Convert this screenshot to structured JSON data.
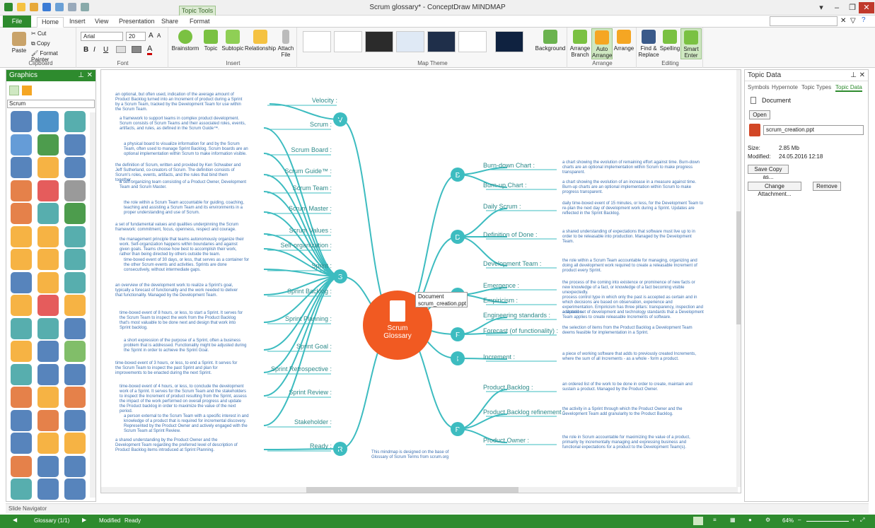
{
  "window": {
    "title": "Scrum glossary* - ConceptDraw MINDMAP",
    "context_tab": "Topic Tools"
  },
  "menu": {
    "file": "File",
    "tabs": [
      "Home",
      "Insert",
      "View",
      "Presentation",
      "Share",
      "Format"
    ]
  },
  "ribbon": {
    "clipboard": {
      "paste": "Paste",
      "cut": "Cut",
      "copy": "Copy",
      "format_painter": "Format Painter",
      "label": "Clipboard"
    },
    "font": {
      "name": "Arial",
      "size": "20",
      "label": "Font",
      "bold": "B",
      "italic": "I",
      "underline": "U"
    },
    "insert": {
      "brainstorm": "Brainstorm",
      "topic": "Topic",
      "subtopic": "Subtopic",
      "relationship": "Relationship",
      "attach_file": "Attach File",
      "label": "Insert"
    },
    "map_theme": {
      "background": "Background",
      "label": "Map Theme"
    },
    "arrange": {
      "arrange_branch": "Arrange Branch",
      "auto_arrange": "Auto Arrange",
      "arrange": "Arrange",
      "label": "Arrange"
    },
    "editing": {
      "find_replace": "Find & Replace",
      "spelling": "Spelling",
      "smart_enter": "Smart Enter",
      "label": "Editing"
    }
  },
  "graphics_panel": {
    "title": "Graphics",
    "library": "Scrum"
  },
  "map": {
    "central": {
      "line1": "Scrum",
      "line2": "Glossary",
      "tooltip_title": "Document",
      "tooltip_file": "scrum_creation.ppt"
    },
    "hubs": [
      "V",
      "S",
      "R",
      "B",
      "D",
      "E",
      "F",
      "I",
      "P"
    ],
    "left_topics": [
      "Velocity :",
      "Scrum :",
      "Scrum Board :",
      "Scrum Guide™ :",
      "Scrum Team :",
      "Scrum Master :",
      "Scrum Values :",
      "Self-organization :",
      "Sprint :",
      "Sprint Backlog :",
      "Sprint Planning :",
      "Sprint Goal :",
      "Sprint Retrospective :",
      "Sprint Review :",
      "Stakeholder :",
      "Ready :"
    ],
    "right_topics": [
      "Burn-down Chart :",
      "Burn-up Chart :",
      "Daily Scrum :",
      "Definition of Done :",
      "Development Team :",
      "Emergence :",
      "Empiricism :",
      "Engineering standards :",
      "Forecast (of functionality) :",
      "Increment :",
      "Product Backlog :",
      "Product Backlog refinement :",
      "Product Owner :"
    ],
    "left_descs": [
      "an optional, but often used, indication of the average amount of Product Backlog turned into an Increment of product during a Sprint by a Scrum Team, tracked by the Development Team for use within the Scrum Team.",
      "a framework to support teams in complex product development. Scrum consists of Scrum Teams and their associated roles, events, artifacts, and rules, as defined in the Scrum Guide™.",
      "a physical board to visualize information for and by the Scrum Team, often used to manage Sprint Backlog. Scrum boards are an optional implementation within Scrum to make information visible.",
      "the definition of Scrum, written and provided by Ken Schwaber and Jeff Sutherland, co-creators of Scrum. The definition consists of Scrum's roles, events, artifacts, and the rules that bind them together.",
      "a self-organizing team consisting of a Product Owner, Development Team and Scrum Master.",
      "the role within a Scrum Team accountable for guiding, coaching, teaching and assisting a Scrum Team and its environments in a proper understanding and use of Scrum.",
      "a set of fundamental values and qualities underpinning the Scrum framework: commitment, focus, openness, respect and courage.",
      "the management principle that teams autonomously organize their work. Self-organization happens within boundaries and against given goals. Teams choose how best to accomplish their work, rather than being directed by others outside the team.",
      "time-boxed event of 30 days, or less, that serves as a container for the other Scrum events and activities. Sprints are done consecutively, without intermediate gaps.",
      "an overview of the development work to realize a Sprint's goal, typically a forecast of functionality and the work needed to deliver that functionality. Managed by the Development Team.",
      "time-boxed event of 8 hours, or less, to start a Sprint. It serves for the Scrum Team to inspect the work from the Product Backlog that's most valuable to be done next and design that work into Sprint backlog.",
      "a short expression of the purpose of a Sprint, often a business problem that is addressed. Functionality might be adjusted during the Sprint in order to achieve the Sprint Goal.",
      "time-boxed event of 3 hours, or less, to end a Sprint. It serves for the Scrum Team to inspect the past Sprint and plan for improvements to be enacted during the next Sprint.",
      "time-boxed event of 4 hours, or less, to conclude the development work of a Sprint. It serves for the Scrum Team and the stakeholders to inspect the Increment of product resulting from the Sprint, assess the impact of the work performed on overall progress and update the Product backlog in order to maximize the value of the next period.",
      "a person external to the Scrum Team with a specific interest in and knowledge of a product that is required for incremental discovery. Represented by the Product Owner and actively engaged with the Scrum Team at Sprint Review.",
      "a shared understanding by the Product Owner and the Development Team regarding the preferred level of description of Product Backlog items introduced at Sprint Planning."
    ],
    "right_descs": [
      "a chart showing the evolution of remaining effort against time. Burn-down charts are an optional implementation within Scrum to make progress transparent.",
      "a chart showing the evolution of an increase in a measure against time. Burn-up charts are an optional implementation within Scrum to make progress transparent.",
      "daily time-boxed event of 15 minutes, or less, for the Development Team to re-plan the next day of development work during a Sprint. Updates are reflected in the Sprint Backlog.",
      "a shared understanding of expectations that software must live up to in order to be releasable into production. Managed by the Development Team.",
      "the role within a Scrum Team accountable for managing, organizing and doing all development work required to create a releasable Increment of product every Sprint.",
      "the process of the coming into existence or prominence of new facts or new knowledge of a fact, or knowledge of a fact becoming visible unexpectedly.",
      "process control type in which only the past is accepted as certain and in which decisions are based on observation, experience and experimentation. Empiricism has three pillars: transparency, inspection and adaptation.",
      "a shared set of development and technology standards that a Development Team applies to create releasable Increments of software.",
      "the selection of items from the Product Backlog a Development Team deems feasible for implementation in a Sprint.",
      "a piece of working software that adds to previously created Increments, where the sum of all Increments - as a whole - form a product.",
      "an ordered list of the work to be done in order to create, maintain and sustain a product. Managed by the Product Owner.",
      "the activity in a Sprint through which the Product Owner and the Development Team add granularity to the Product Backlog.",
      "the role in Scrum accountable for maximizing the value of a product, primarily by incrementally managing and expressing business and functional expectations for a product to the Development Team(s)."
    ],
    "footer_note": "This mindmap is designed on the base of Glossary of Scrum Terms from scrum.org"
  },
  "topic_data": {
    "title": "Topic Data",
    "tabs": [
      "Symbols",
      "Hypernote",
      "Topic Types",
      "Topic Data"
    ],
    "section": "Document",
    "open": "Open",
    "file": "scrum_creation.ppt",
    "size_label": "Size:",
    "size": "2.85 Mb",
    "modified_label": "Modified:",
    "modified": "24.05.2016 12:18",
    "save_copy": "Save Copy as...",
    "change": "Change Attachment...",
    "remove": "Remove"
  },
  "slide_navigator": "Slide Navigator",
  "status": {
    "page": "Glossary (1/1)",
    "modified": "Modified",
    "ready": "Ready",
    "zoom": "64%"
  },
  "colors": {
    "accent": "#2e8b2e",
    "topic": "#3dbcc0",
    "central": "#f15a22"
  }
}
